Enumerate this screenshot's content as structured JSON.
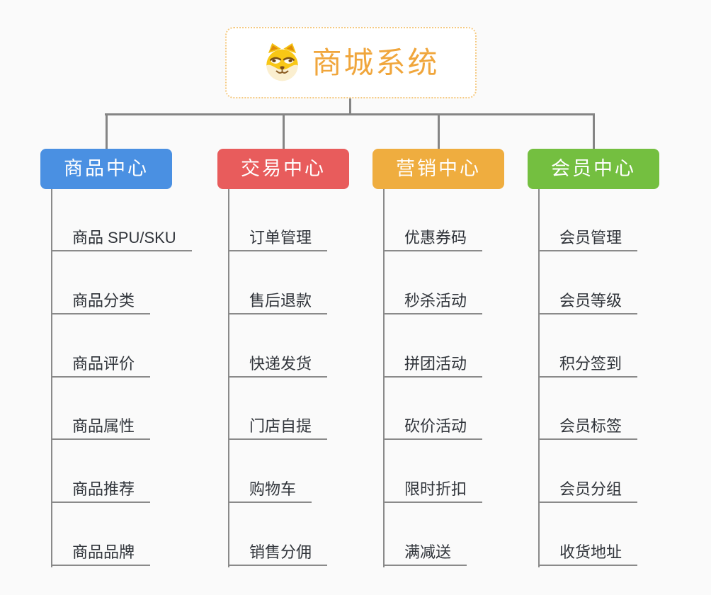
{
  "root": {
    "title": "商城系统",
    "icon": "doge-icon",
    "text_color": "#f0a63c",
    "border_color": "#f5ca82"
  },
  "connector_color": "#858585",
  "item_line_color": "#8a8a8a",
  "item_text_color": "#30343a",
  "branches": [
    {
      "label": "商品中心",
      "color": "#4a90e2",
      "items": [
        "商品 SPU/SKU",
        "商品分类",
        "商品评价",
        "商品属性",
        "商品推荐",
        "商品品牌"
      ]
    },
    {
      "label": "交易中心",
      "color": "#e85c5c",
      "items": [
        "订单管理",
        "售后退款",
        "快递发货",
        "门店自提",
        "购物车",
        "销售分佣"
      ]
    },
    {
      "label": "营销中心",
      "color": "#efad3f",
      "items": [
        "优惠券码",
        "秒杀活动",
        "拼团活动",
        "砍价活动",
        "限时折扣",
        "满减送"
      ]
    },
    {
      "label": "会员中心",
      "color": "#74bf40",
      "items": [
        "会员管理",
        "会员等级",
        "积分签到",
        "会员标签",
        "会员分组",
        "收货地址"
      ]
    }
  ]
}
